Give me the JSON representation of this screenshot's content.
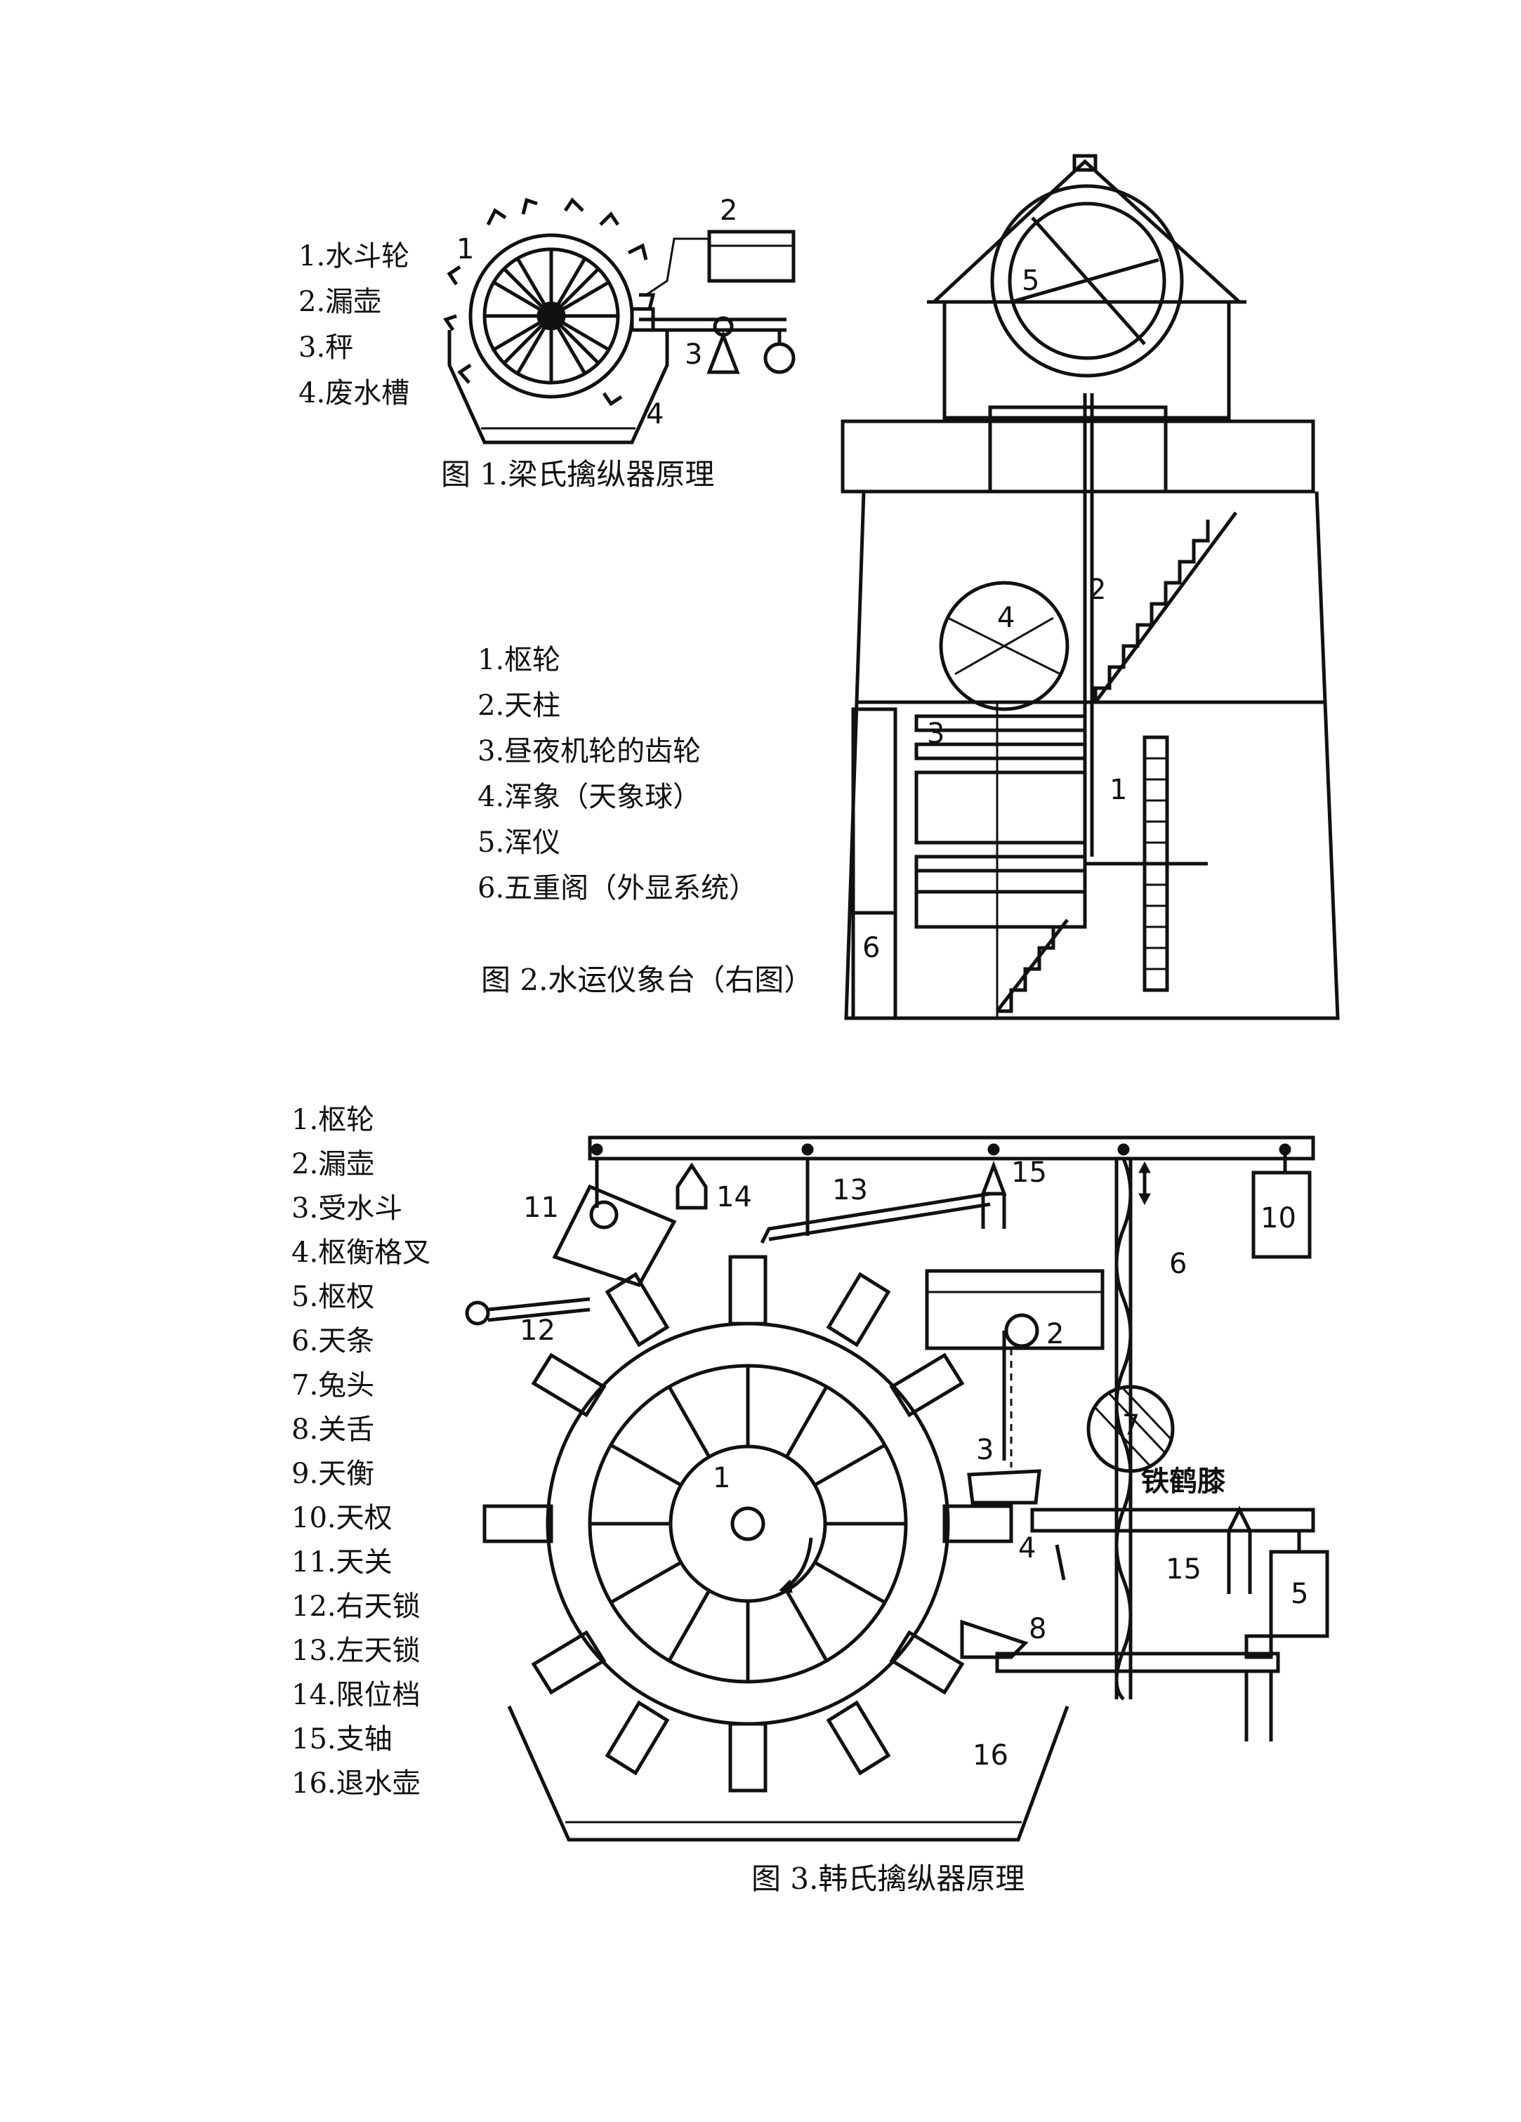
{
  "fig1": {
    "legend": [
      "1.水斗轮",
      "2.漏壶",
      "3.秤",
      "4.废水槽"
    ],
    "caption": "图 1.梁氏擒纵器原理",
    "callouts": [
      "1",
      "2",
      "3",
      "4"
    ]
  },
  "fig2": {
    "legend": [
      "1.枢轮",
      "2.天柱",
      "3.昼夜机轮的齿轮",
      "4.浑象（天象球）",
      "5.浑仪",
      "6.五重阁（外显系统）"
    ],
    "caption": "图 2.水运仪象台（右图）",
    "callouts": [
      "1",
      "2",
      "3",
      "4",
      "5",
      "6"
    ]
  },
  "fig3": {
    "legend": [
      "1.枢轮",
      "2.漏壶",
      "3.受水斗",
      "4.枢衡格叉",
      "5.枢权",
      "6.天条",
      "7.兔头",
      "8.关舌",
      "9.天衡",
      "10.天权",
      "11.天关",
      "12.右天锁",
      "13.左天锁",
      "14.限位档",
      "15.支轴",
      "16.退水壶"
    ],
    "caption": "图 3.韩氏擒纵器原理",
    "callouts": [
      "1",
      "2",
      "3",
      "4",
      "5",
      "6",
      "7",
      "8",
      "10",
      "11",
      "12",
      "13",
      "14",
      "15",
      "15",
      "16"
    ],
    "annotation": "铁鹤膝"
  }
}
